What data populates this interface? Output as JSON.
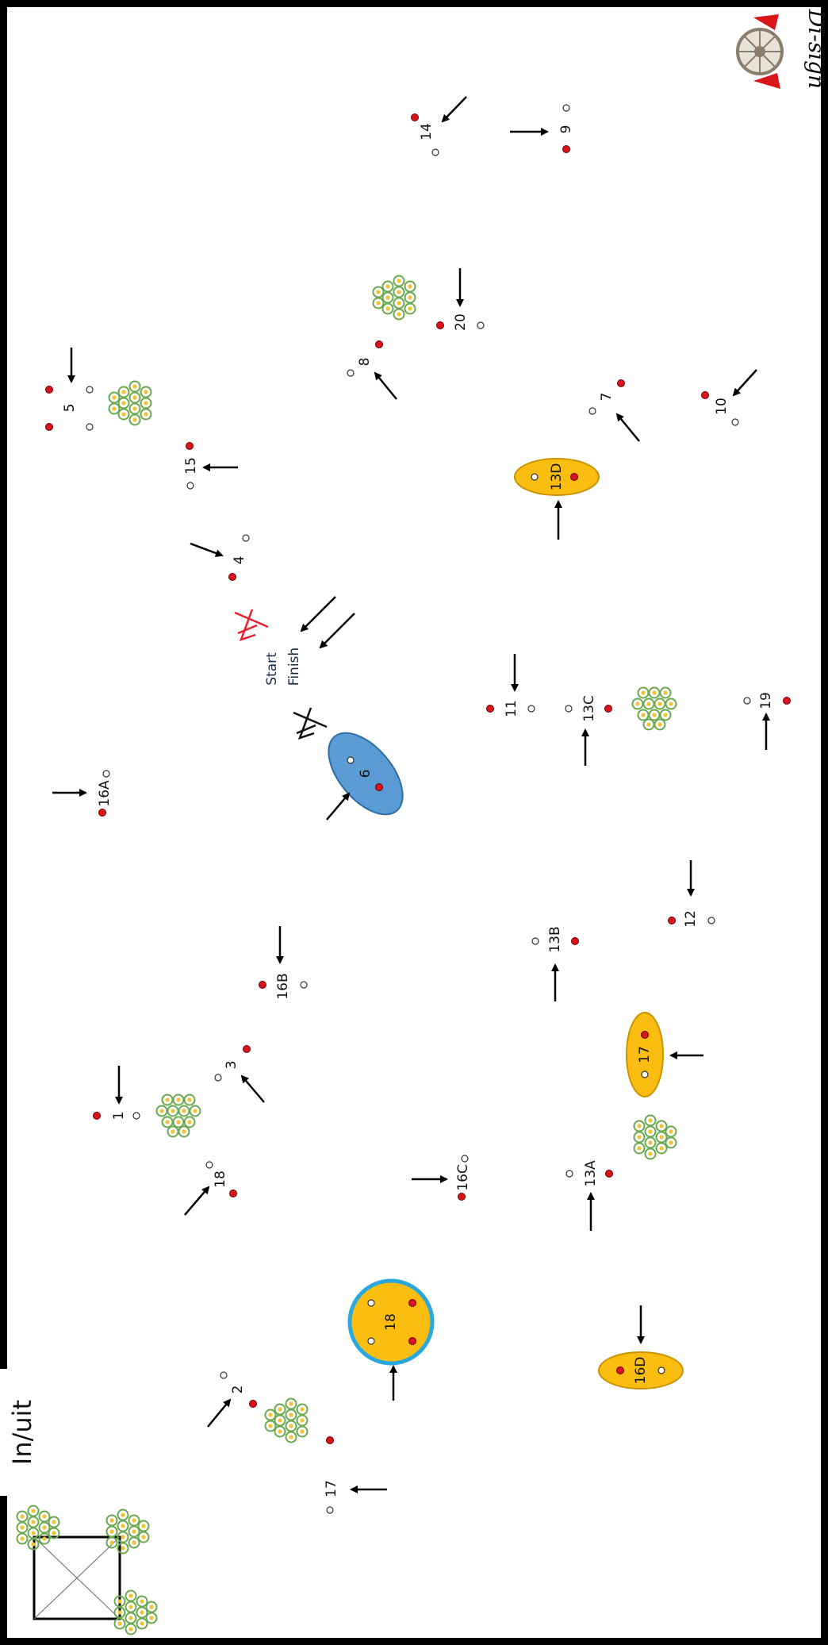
{
  "entry_label": "In/uit",
  "start_label": "Start",
  "finish_label": "Finish",
  "logo_text": "Di-sign",
  "colors": {
    "border": "#000000",
    "red_marker": "#d9141a",
    "white_marker": "#ffffff",
    "yellow_zone": "#fbbd0f",
    "yellow_outline": "#c99400",
    "blue_zone": "#5b9bd5",
    "blue_outline": "#2e6da4",
    "ring_outline": "#29a8e0",
    "red_flag": "#e8202a",
    "black_flag": "#111111",
    "flower_ring": "#6aa84f",
    "flower_center": "#f1c232"
  },
  "obstacles": {
    "o1": "1",
    "o2": "2",
    "o3": "3",
    "o4": "4",
    "o5": "5",
    "o6": "6",
    "o7": "7",
    "o8": "8",
    "o9": "9",
    "o10": "10",
    "o11": "11",
    "o12": "12",
    "o13A": "13A",
    "o13B": "13B",
    "o13C": "13C",
    "o13D": "13D",
    "o14": "14",
    "o15": "15",
    "o16A": "16A",
    "o16B": "16B",
    "o16C": "16C",
    "o16D": "16D",
    "o17": "17",
    "o17b": "17",
    "o18": "18",
    "o18b": "18",
    "o19": "19",
    "o20": "20"
  }
}
